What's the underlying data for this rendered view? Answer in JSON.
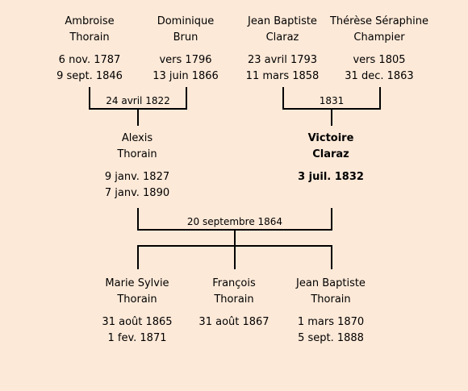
{
  "grandparents": [
    {
      "first": "Ambroise",
      "last": "Thorain",
      "birth": "6 nov. 1787",
      "death": "9 sept. 1846"
    },
    {
      "first": "Dominique",
      "last": "Brun",
      "birth": "vers 1796",
      "death": "13 juin 1866"
    },
    {
      "first": "Jean Baptiste",
      "last": "Claraz",
      "birth": "23 avril 1793",
      "death": "11 mars 1858"
    },
    {
      "first": "Thérèse Séraphine",
      "last": "Champier",
      "birth": "vers 1805",
      "death": "31 dec. 1863"
    }
  ],
  "grandparent_marriages": [
    "24 avril 1822",
    "1831"
  ],
  "parents": [
    {
      "first": "Alexis",
      "last": "Thorain",
      "birth": "9 janv. 1827",
      "death": "7 janv. 1890"
    },
    {
      "first": "Victoire",
      "last": "Claraz",
      "birth": "3 juil. 1832",
      "death": ""
    }
  ],
  "parent_marriage": "20 septembre 1864",
  "children": [
    {
      "first": "Marie Sylvie",
      "last": "Thorain",
      "birth": "31 août 1865",
      "death": "1 fev. 1871"
    },
    {
      "first": "François",
      "last": "Thorain",
      "birth": "31 août 1867",
      "death": ""
    },
    {
      "first": "Jean Baptiste",
      "last": "Thorain",
      "birth": "1 mars 1870",
      "death": "5 sept. 1888"
    }
  ]
}
